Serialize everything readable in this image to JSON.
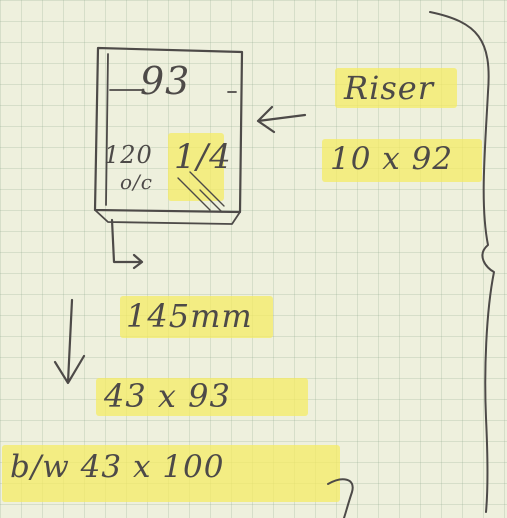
{
  "page": {
    "ink_color": "#4d4a48",
    "highlight_color": "#f5eb5f",
    "paper_color": "#eef0dd"
  },
  "sketch": {
    "top_dimension": "93",
    "side_dimension": "120",
    "spacing_note": "o/c",
    "fraction": "1/4"
  },
  "notes": {
    "riser_label": "Riser",
    "riser_size": "10 x 92",
    "length": "145mm",
    "board_size": "43 x 93",
    "blade_size": "b/w 43 x 100"
  }
}
